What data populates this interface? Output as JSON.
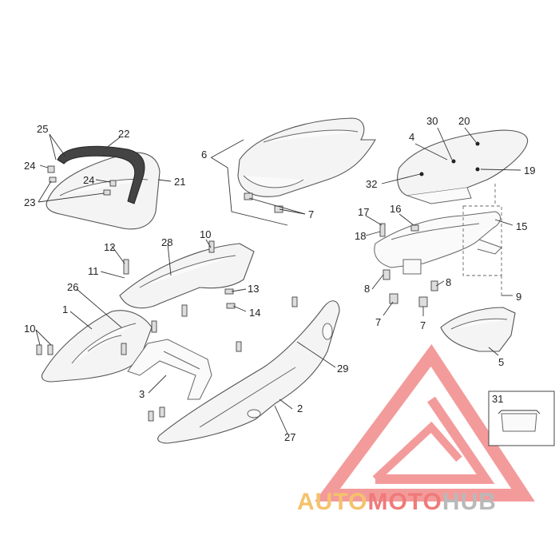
{
  "brand": {
    "part1": "AUTO",
    "part2": "MOTO",
    "part3": "HUB",
    "color_auto": "#f5c26b",
    "color_moto": "#ef7a7a",
    "color_hub": "#b9b9b9",
    "logo_color": "#ef7a7a"
  },
  "callouts": {
    "c1": "1",
    "c2": "2",
    "c3": "3",
    "c4": "4",
    "c5": "5",
    "c6": "6",
    "c7a": "7",
    "c7b": "7",
    "c7c": "7",
    "c8a": "8",
    "c8b": "8",
    "c9": "9",
    "c10a": "10",
    "c10b": "10",
    "c11": "11",
    "c12": "12",
    "c13": "13",
    "c14": "14",
    "c15": "15",
    "c16": "16",
    "c17": "17",
    "c18": "18",
    "c19": "19",
    "c20": "20",
    "c21": "21",
    "c22": "22",
    "c23": "23",
    "c24a": "24",
    "c24b": "24",
    "c25": "25",
    "c26": "26",
    "c27": "27",
    "c28": "28",
    "c29": "29",
    "c30": "30",
    "c31": "31",
    "c32": "32"
  }
}
